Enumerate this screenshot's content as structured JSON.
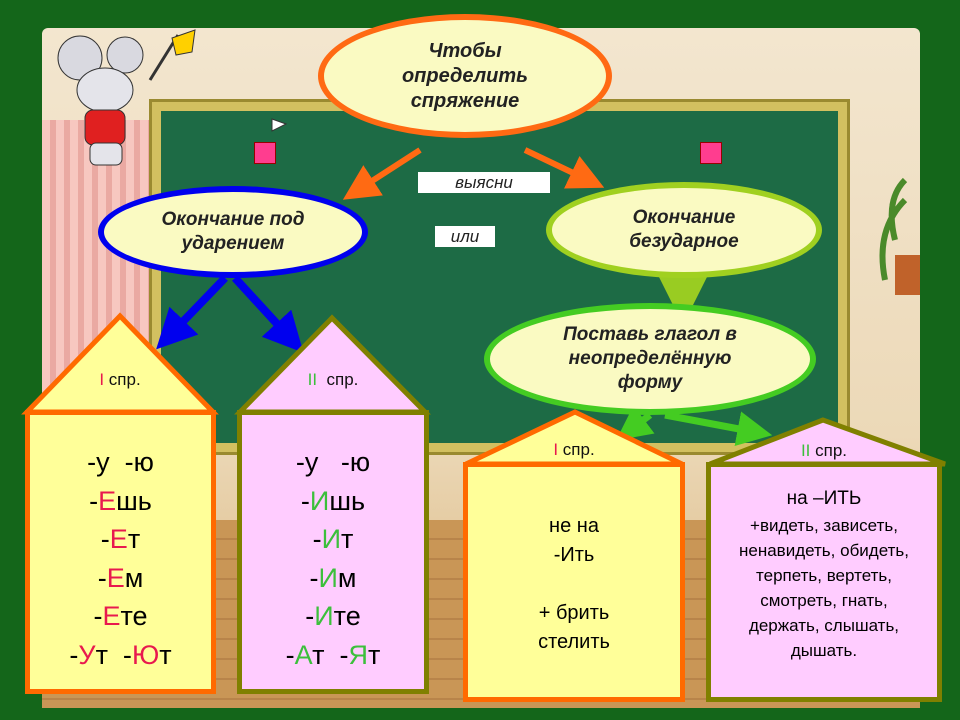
{
  "top_bubble": "Чтобы определить спряжение",
  "tags": {
    "find_out": "выясни",
    "or": "или"
  },
  "stressed": "Окончание под ударением",
  "unstressed": "Окончание безударное",
  "infinitive": "Поставь глагол в неопределённую форму",
  "colors": {
    "red": "#e8194e",
    "green": "#3cbf3c",
    "orange": "#ff6a00",
    "olive": "#808000",
    "blue": "#0000ee"
  },
  "houses": [
    {
      "num": "I",
      "label": "спр.",
      "lines": [
        [
          {
            "t": "-у  -ю"
          }
        ],
        [
          {
            "t": "-"
          },
          {
            "t": "Е",
            "h": 1
          },
          {
            "t": "шь"
          }
        ],
        [
          {
            "t": "-"
          },
          {
            "t": "Е",
            "h": 1
          },
          {
            "t": "т"
          }
        ],
        [
          {
            "t": "-"
          },
          {
            "t": "Е",
            "h": 1
          },
          {
            "t": "м"
          }
        ],
        [
          {
            "t": "-"
          },
          {
            "t": "Е",
            "h": 1
          },
          {
            "t": "те"
          }
        ],
        [
          {
            "t": "-"
          },
          {
            "t": "У",
            "h": 1
          },
          {
            "t": "т  -"
          },
          {
            "t": "Ю",
            "h": 1
          },
          {
            "t": "т"
          }
        ]
      ]
    },
    {
      "num": "II",
      "label": "спр.",
      "lines": [
        [
          {
            "t": "-у   -ю"
          }
        ],
        [
          {
            "t": "-"
          },
          {
            "t": "И",
            "h": 1
          },
          {
            "t": "шь"
          }
        ],
        [
          {
            "t": "-"
          },
          {
            "t": "И",
            "h": 1
          },
          {
            "t": "т"
          }
        ],
        [
          {
            "t": "-"
          },
          {
            "t": "И",
            "h": 1
          },
          {
            "t": "м"
          }
        ],
        [
          {
            "t": "-"
          },
          {
            "t": "И",
            "h": 1
          },
          {
            "t": "те"
          }
        ],
        [
          {
            "t": "-"
          },
          {
            "t": "А",
            "h": 1
          },
          {
            "t": "т  -"
          },
          {
            "t": "Я",
            "h": 1
          },
          {
            "t": "т"
          }
        ]
      ]
    },
    {
      "num": "I",
      "label": "спр.",
      "lines": [
        "не на",
        "-Ить",
        "",
        "+ брить",
        "стелить"
      ]
    },
    {
      "num": "II",
      "label": "спр.",
      "lines": [
        "на –ИТЬ",
        "+видеть, зависеть,",
        "ненавидеть, обидеть,",
        "терпеть, вертеть,",
        "смотреть, гнать,",
        "держать, слышать,",
        "дышать."
      ]
    }
  ]
}
